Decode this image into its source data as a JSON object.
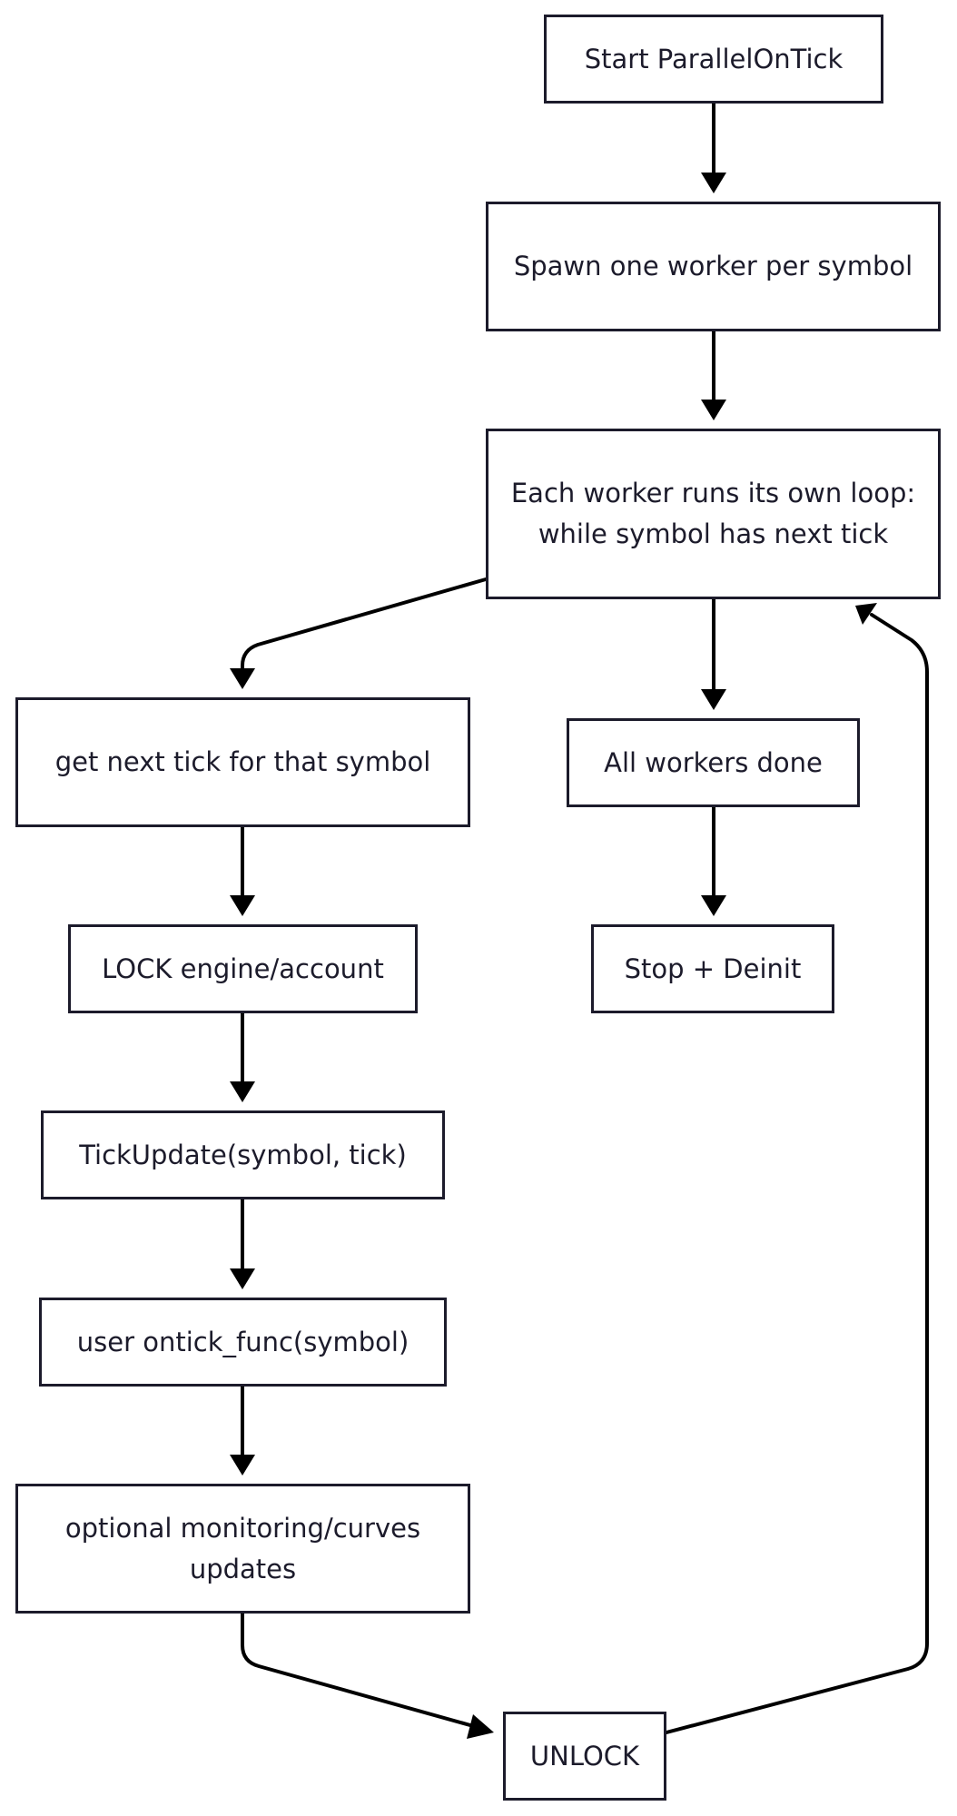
{
  "nodes": {
    "start": "Start ParallelOnTick",
    "spawn": "Spawn one worker per symbol",
    "each_worker": "Each worker runs its own loop: while symbol has next tick",
    "get_next": "get next tick for that symbol",
    "all_done": "All workers done",
    "lock": "LOCK engine/account",
    "stop": "Stop + Deinit",
    "tick_update": "TickUpdate(symbol, tick)",
    "user_ontick": "user ontick_func(symbol)",
    "monitoring": "optional monitoring/curves updates",
    "unlock": "UNLOCK"
  }
}
